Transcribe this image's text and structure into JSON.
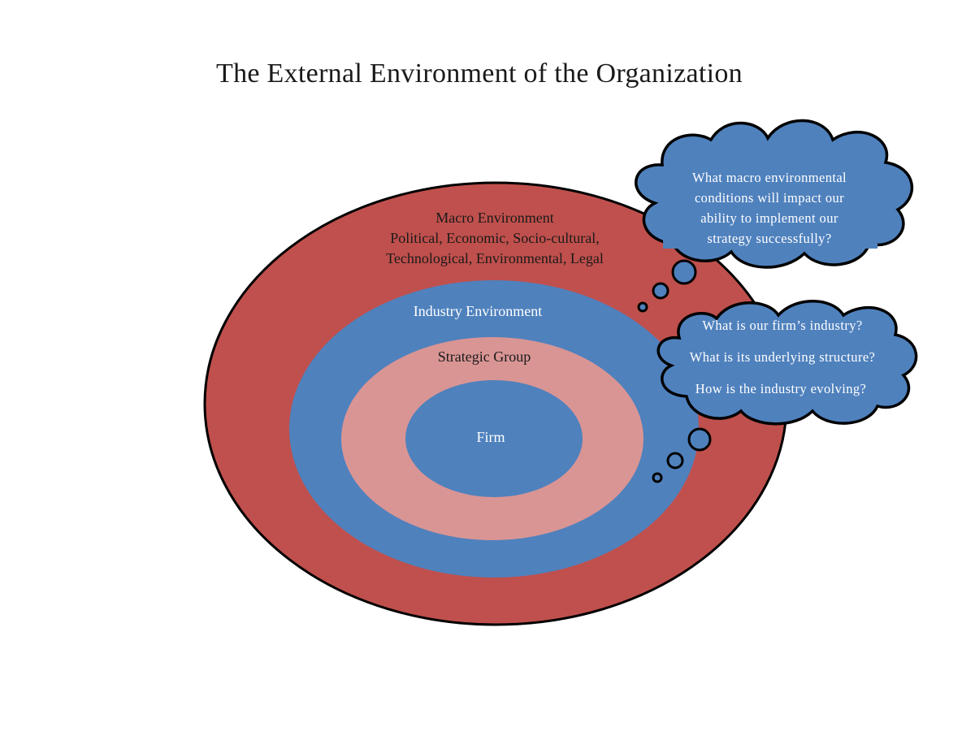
{
  "title": "The External Environment of the Organization",
  "colors": {
    "macro": "#c0504d",
    "industry": "#4f81bd",
    "strategic_group": "#d99594",
    "firm": "#4f81bd",
    "cloud_fill": "#4f81bd",
    "outline": "#000000"
  },
  "rings": {
    "macro": {
      "title": "Macro Environment",
      "line1": "Political, Economic, Socio-cultural,",
      "line2": "Technological, Environmental, Legal"
    },
    "industry": {
      "title": "Industry Environment"
    },
    "strategic_group": {
      "title": "Strategic Group"
    },
    "firm": {
      "title": "Firm"
    }
  },
  "clouds": {
    "macro": {
      "lines": [
        "What macro environmental",
        "conditions will impact our",
        "ability to implement our",
        "strategy successfully?"
      ]
    },
    "industry": {
      "lines": [
        "What is our  firm’s industry?",
        "What is its underlying structure?",
        "How is the industry evolving?"
      ]
    }
  }
}
